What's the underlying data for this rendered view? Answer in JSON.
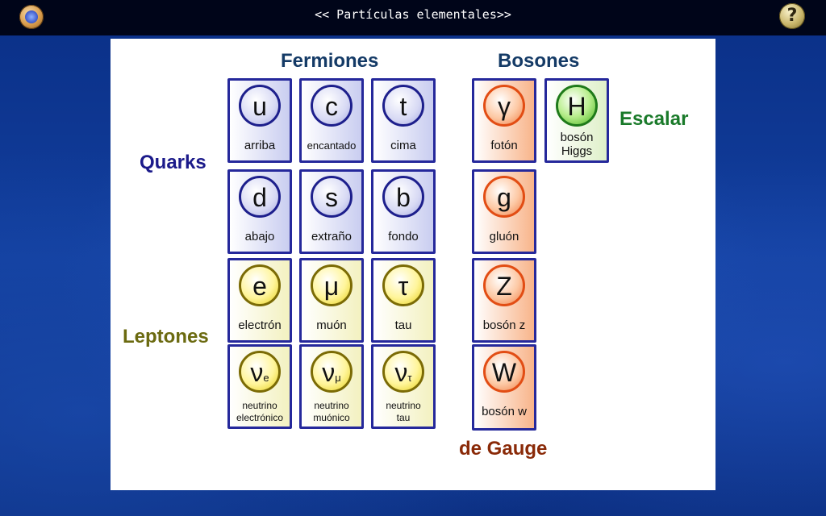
{
  "header": {
    "title": "<< Partículas elementales>>"
  },
  "headings": {
    "fermions": "Fermiones",
    "bosons": "Bosones",
    "quarks": "Quarks",
    "leptons": "Leptones",
    "scalar": "Escalar",
    "gauge": "de Gauge"
  },
  "colors": {
    "fermions": "#143a66",
    "quarks": "#1b1a8a",
    "leptons": "#6b6a10",
    "scalar": "#1a7a2a",
    "gauge": "#8a2a08"
  },
  "icons": {
    "logo": "atom-logo-icon",
    "help": "question-mark-icon",
    "help_glyph": "?"
  },
  "particles": {
    "up": {
      "symbol": "u",
      "sub": "",
      "name": "arriba"
    },
    "charm": {
      "symbol": "c",
      "sub": "",
      "name": "encantado"
    },
    "top": {
      "symbol": "t",
      "sub": "",
      "name": "cima"
    },
    "down": {
      "symbol": "d",
      "sub": "",
      "name": "abajo"
    },
    "strange": {
      "symbol": "s",
      "sub": "",
      "name": "extraño"
    },
    "bottom": {
      "symbol": "b",
      "sub": "",
      "name": "fondo"
    },
    "electron": {
      "symbol": "e",
      "sub": "",
      "name": "electrón"
    },
    "muon": {
      "symbol": "μ",
      "sub": "",
      "name": "muón"
    },
    "tau": {
      "symbol": "τ",
      "sub": "",
      "name": "tau"
    },
    "nu_e": {
      "symbol": "ν",
      "sub": "e",
      "name_line1": "neutrino",
      "name_line2": "electrónico"
    },
    "nu_mu": {
      "symbol": "ν",
      "sub": "μ",
      "name_line1": "neutrino",
      "name_line2": "muónico"
    },
    "nu_tau": {
      "symbol": "ν",
      "sub": "τ",
      "name_line1": "neutrino",
      "name_line2": "tau"
    },
    "photon": {
      "symbol": "γ",
      "sub": "",
      "name": "fotón"
    },
    "gluon": {
      "symbol": "g",
      "sub": "",
      "name": "gluón"
    },
    "z_boson": {
      "symbol": "Z",
      "sub": "",
      "name": "bosón z"
    },
    "w_boson": {
      "symbol": "W",
      "sub": "",
      "name": "bosón w"
    },
    "higgs": {
      "symbol": "H",
      "sub": "",
      "name_line1": "bosón",
      "name_line2": "Higgs"
    }
  }
}
